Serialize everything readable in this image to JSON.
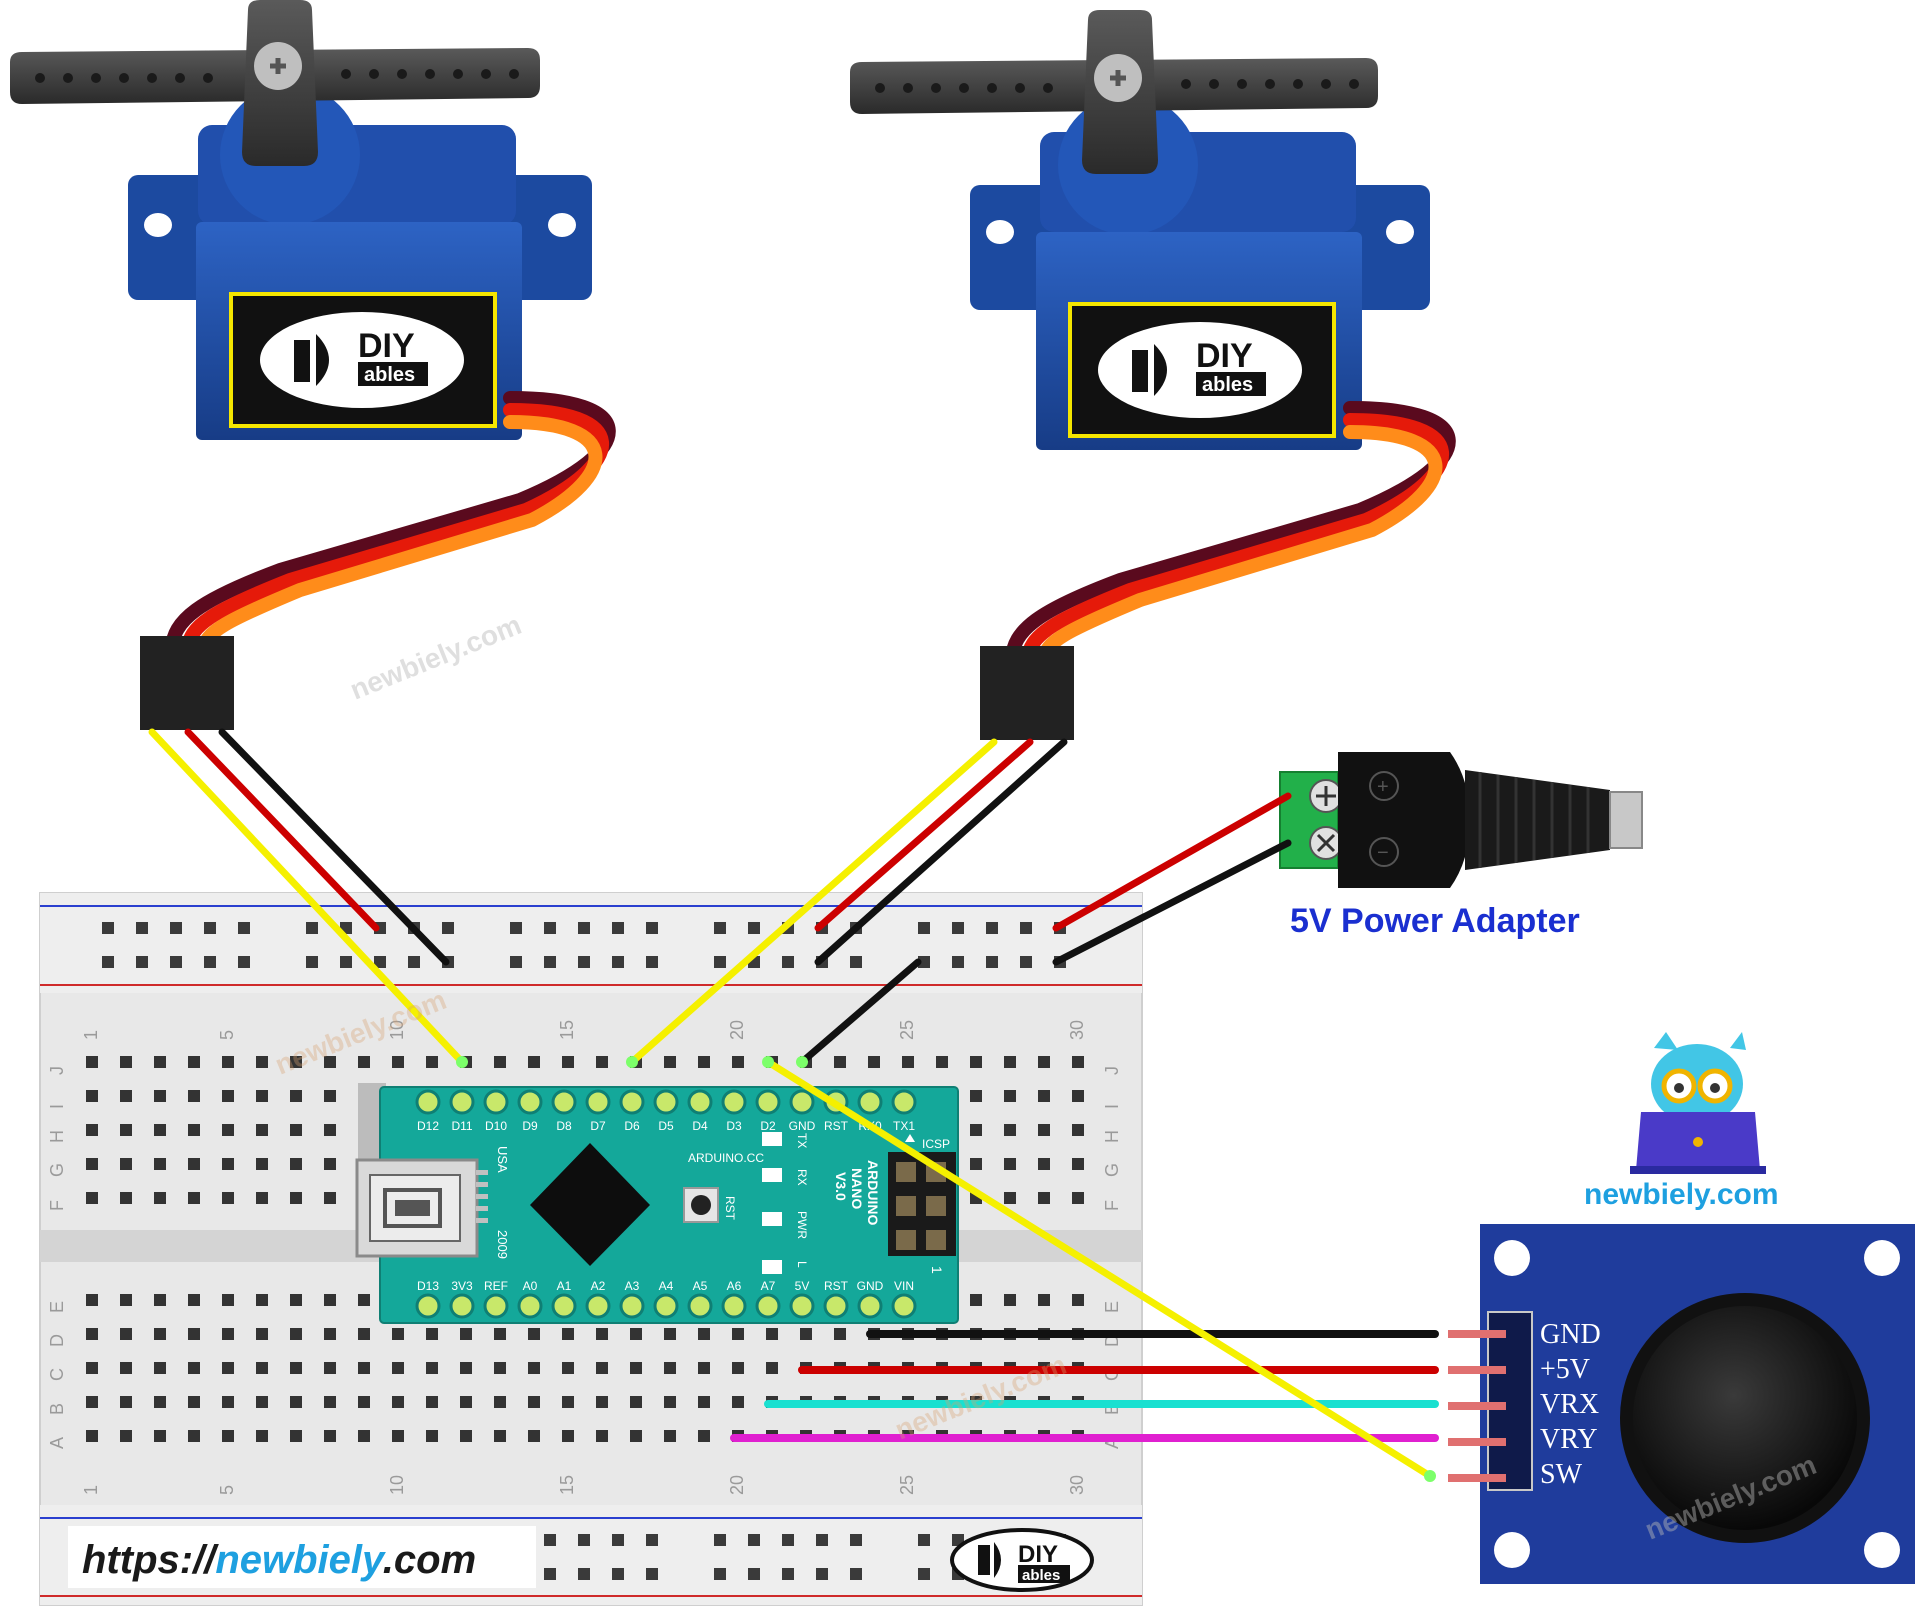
{
  "breadboard": {
    "column_numbers": [
      "1",
      "5",
      "10",
      "15",
      "20",
      "25",
      "30"
    ],
    "row_letters_top": [
      "J",
      "I",
      "H",
      "G",
      "F"
    ],
    "row_letters_bottom": [
      "E",
      "D",
      "C",
      "B",
      "A"
    ]
  },
  "arduino": {
    "top_pins": [
      "D12",
      "D11",
      "D10",
      "D9",
      "D8",
      "D7",
      "D6",
      "D5",
      "D4",
      "D3",
      "D2",
      "GND",
      "RST",
      "RX0",
      "TX1"
    ],
    "bottom_pins": [
      "D13",
      "3V3",
      "REF",
      "A0",
      "A1",
      "A2",
      "A3",
      "A4",
      "A5",
      "A6",
      "A7",
      "5V",
      "RST",
      "GND",
      "VIN"
    ],
    "brand": "ARDUINO.CC",
    "model_lines": [
      "ARDUINO",
      "NANO",
      "V3.0"
    ],
    "country": "USA",
    "year": "2009",
    "icsp": "ICSP",
    "icsp_pin1": "1",
    "reset_label": "RST",
    "leds": [
      "TX",
      "RX",
      "PWR",
      "L"
    ]
  },
  "power_adapter": {
    "label": "5V Power Adapter",
    "plus_symbol": "+",
    "minus_symbol": "−"
  },
  "joystick": {
    "pins": [
      "GND",
      "+5V",
      "VRX",
      "VRY",
      "SW"
    ]
  },
  "servo_logo": {
    "line1": "DIY",
    "line2": "ables"
  },
  "branding": {
    "url_prefix": "https://",
    "url_domain": "newbiely",
    "url_suffix": ".com",
    "site": "newbiely.com",
    "watermark": "newbiely.com"
  },
  "colors": {
    "wire_signal": "#f5f000",
    "wire_power": "#cc0000",
    "wire_ground": "#111111",
    "wire_vrx": "#19e0d0",
    "wire_vry": "#e020d0",
    "servo_body": "#1e4fa8",
    "arduino_pcb": "#14a89a",
    "joystick_pcb": "#1f3c9c",
    "label_blue": "#1a2fd0",
    "site_blue": "#1ea0e0"
  }
}
